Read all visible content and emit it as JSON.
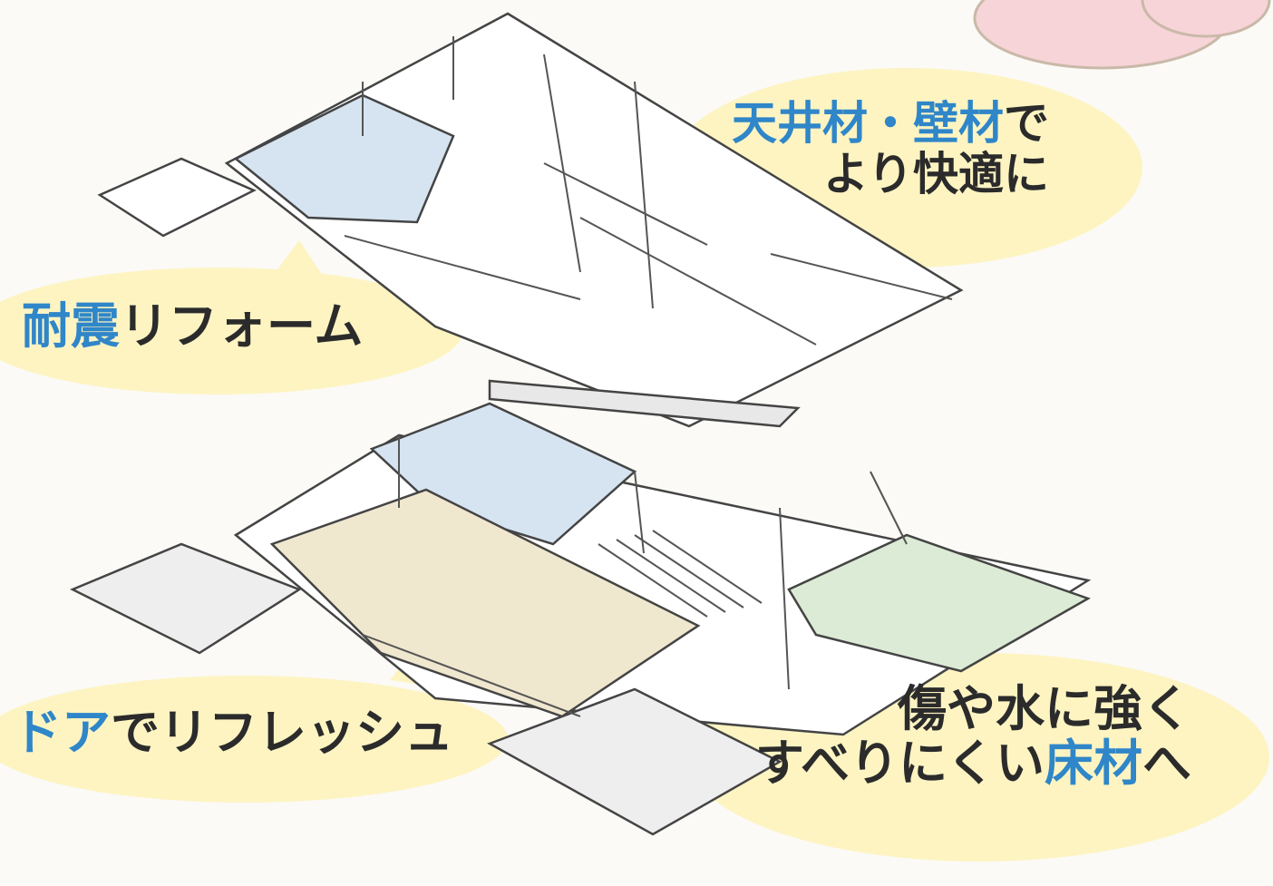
{
  "colors": {
    "background": "#fbfaf6",
    "bubble": "#fdf4c2",
    "accent_blue": "#2f86c8",
    "text": "#2b2b2b",
    "room_blue": "#d6e4f1",
    "room_beige": "#f0e7cf",
    "room_green": "#dcebd5",
    "pink_cloud": "#f7d4d8"
  },
  "callouts": {
    "ceiling": {
      "line1_blue": "天井材・壁材",
      "line1_rest": "で",
      "line2": "より快適に"
    },
    "seismic": {
      "blue": "耐震",
      "rest": "リフォーム"
    },
    "door": {
      "blue": "ドア",
      "rest": "でリフレッシュ"
    },
    "floor": {
      "line1": "傷や水に強く",
      "line2_pre": "すべりにくい",
      "line2_blue": "床材",
      "line2_post": "へ"
    }
  }
}
